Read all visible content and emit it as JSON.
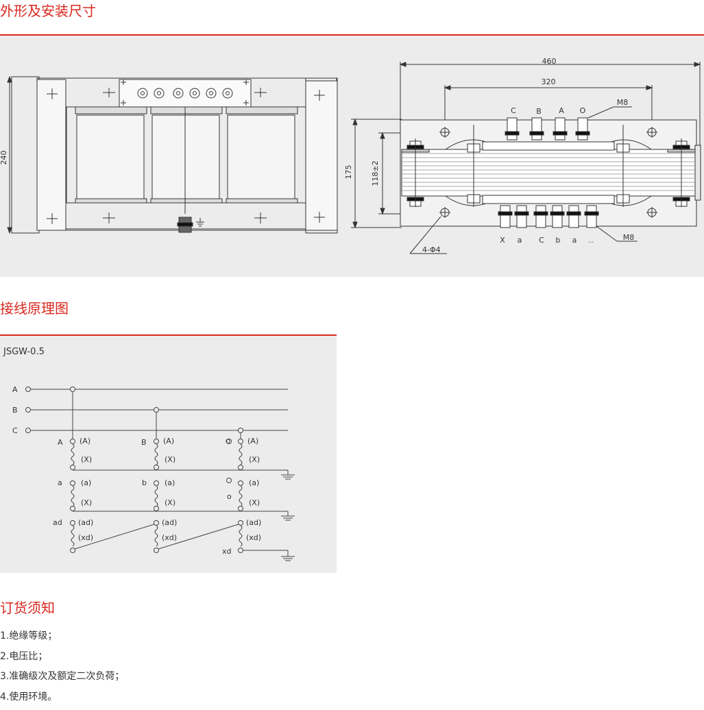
{
  "sections": {
    "dimensions": {
      "title": "外形及安装尺寸"
    },
    "wiring": {
      "title": "接线原理图"
    },
    "ordering": {
      "title": "订货须知"
    }
  },
  "colors": {
    "accent": "#d9281f",
    "panel": "#ececec"
  },
  "front_view": {
    "height_label": "240"
  },
  "side_view": {
    "width_total": "460",
    "width_inner": "320",
    "height_total": "175",
    "height_core": "118±2",
    "top_terminals": [
      "C",
      "B",
      "A",
      "O"
    ],
    "bottom_terminals": [
      "X",
      "a",
      "C",
      "b",
      "a",
      "..."
    ],
    "bolt_top": "M8",
    "bolt_bottom": "M8",
    "mount_holes": "4-Φ4"
  },
  "wiring": {
    "model": "JSGW-0.5",
    "lines": [
      "A",
      "B",
      "C"
    ],
    "primary": {
      "cols": [
        "A",
        "B",
        "O"
      ],
      "top": "(A)",
      "bottom": "(X)"
    },
    "secondary": {
      "cols": [
        "a",
        "b",
        "o"
      ],
      "top": "(a)",
      "bottom": "(X)"
    },
    "residual": {
      "left": "ad",
      "top": "(ad)",
      "bottom": "(xd)",
      "end": "xd"
    }
  },
  "ordering_items": [
    "1.绝缘等级；",
    "2.电压比；",
    "3.准确级次及额定二次负荷；",
    "4.使用环境。"
  ]
}
